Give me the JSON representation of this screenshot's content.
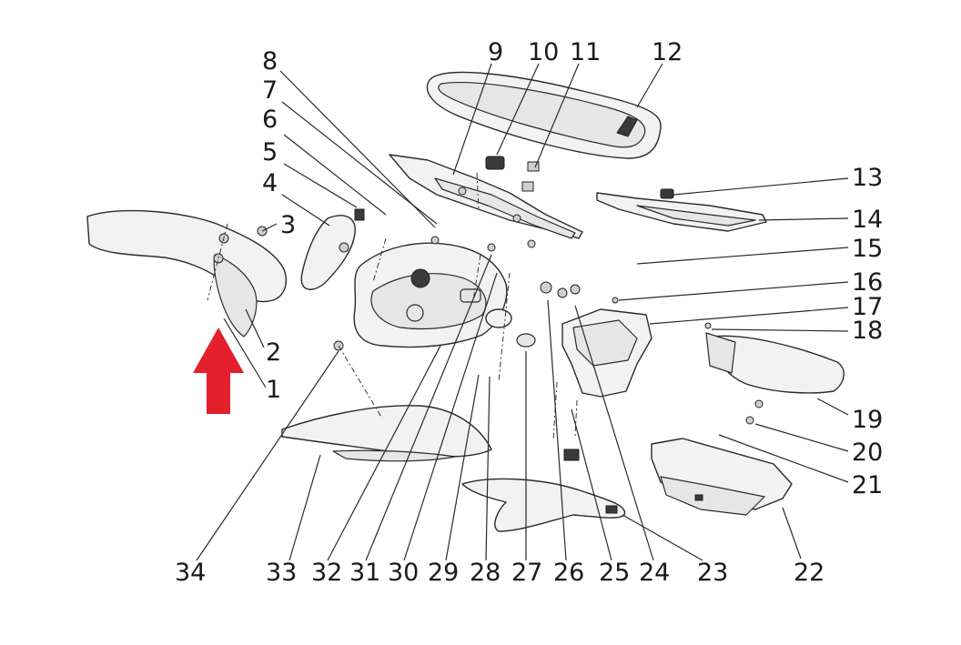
{
  "diagram": {
    "callout_numbers": [
      "1",
      "2",
      "3",
      "4",
      "5",
      "6",
      "7",
      "8",
      "9",
      "10",
      "11",
      "12",
      "13",
      "14",
      "15",
      "16",
      "17",
      "18",
      "19",
      "20",
      "21",
      "22",
      "23",
      "24",
      "25",
      "26",
      "27",
      "28",
      "29",
      "30",
      "31",
      "32",
      "33",
      "34"
    ],
    "arrow_color": "#e3202b",
    "line_color": "#2a2a2a"
  }
}
